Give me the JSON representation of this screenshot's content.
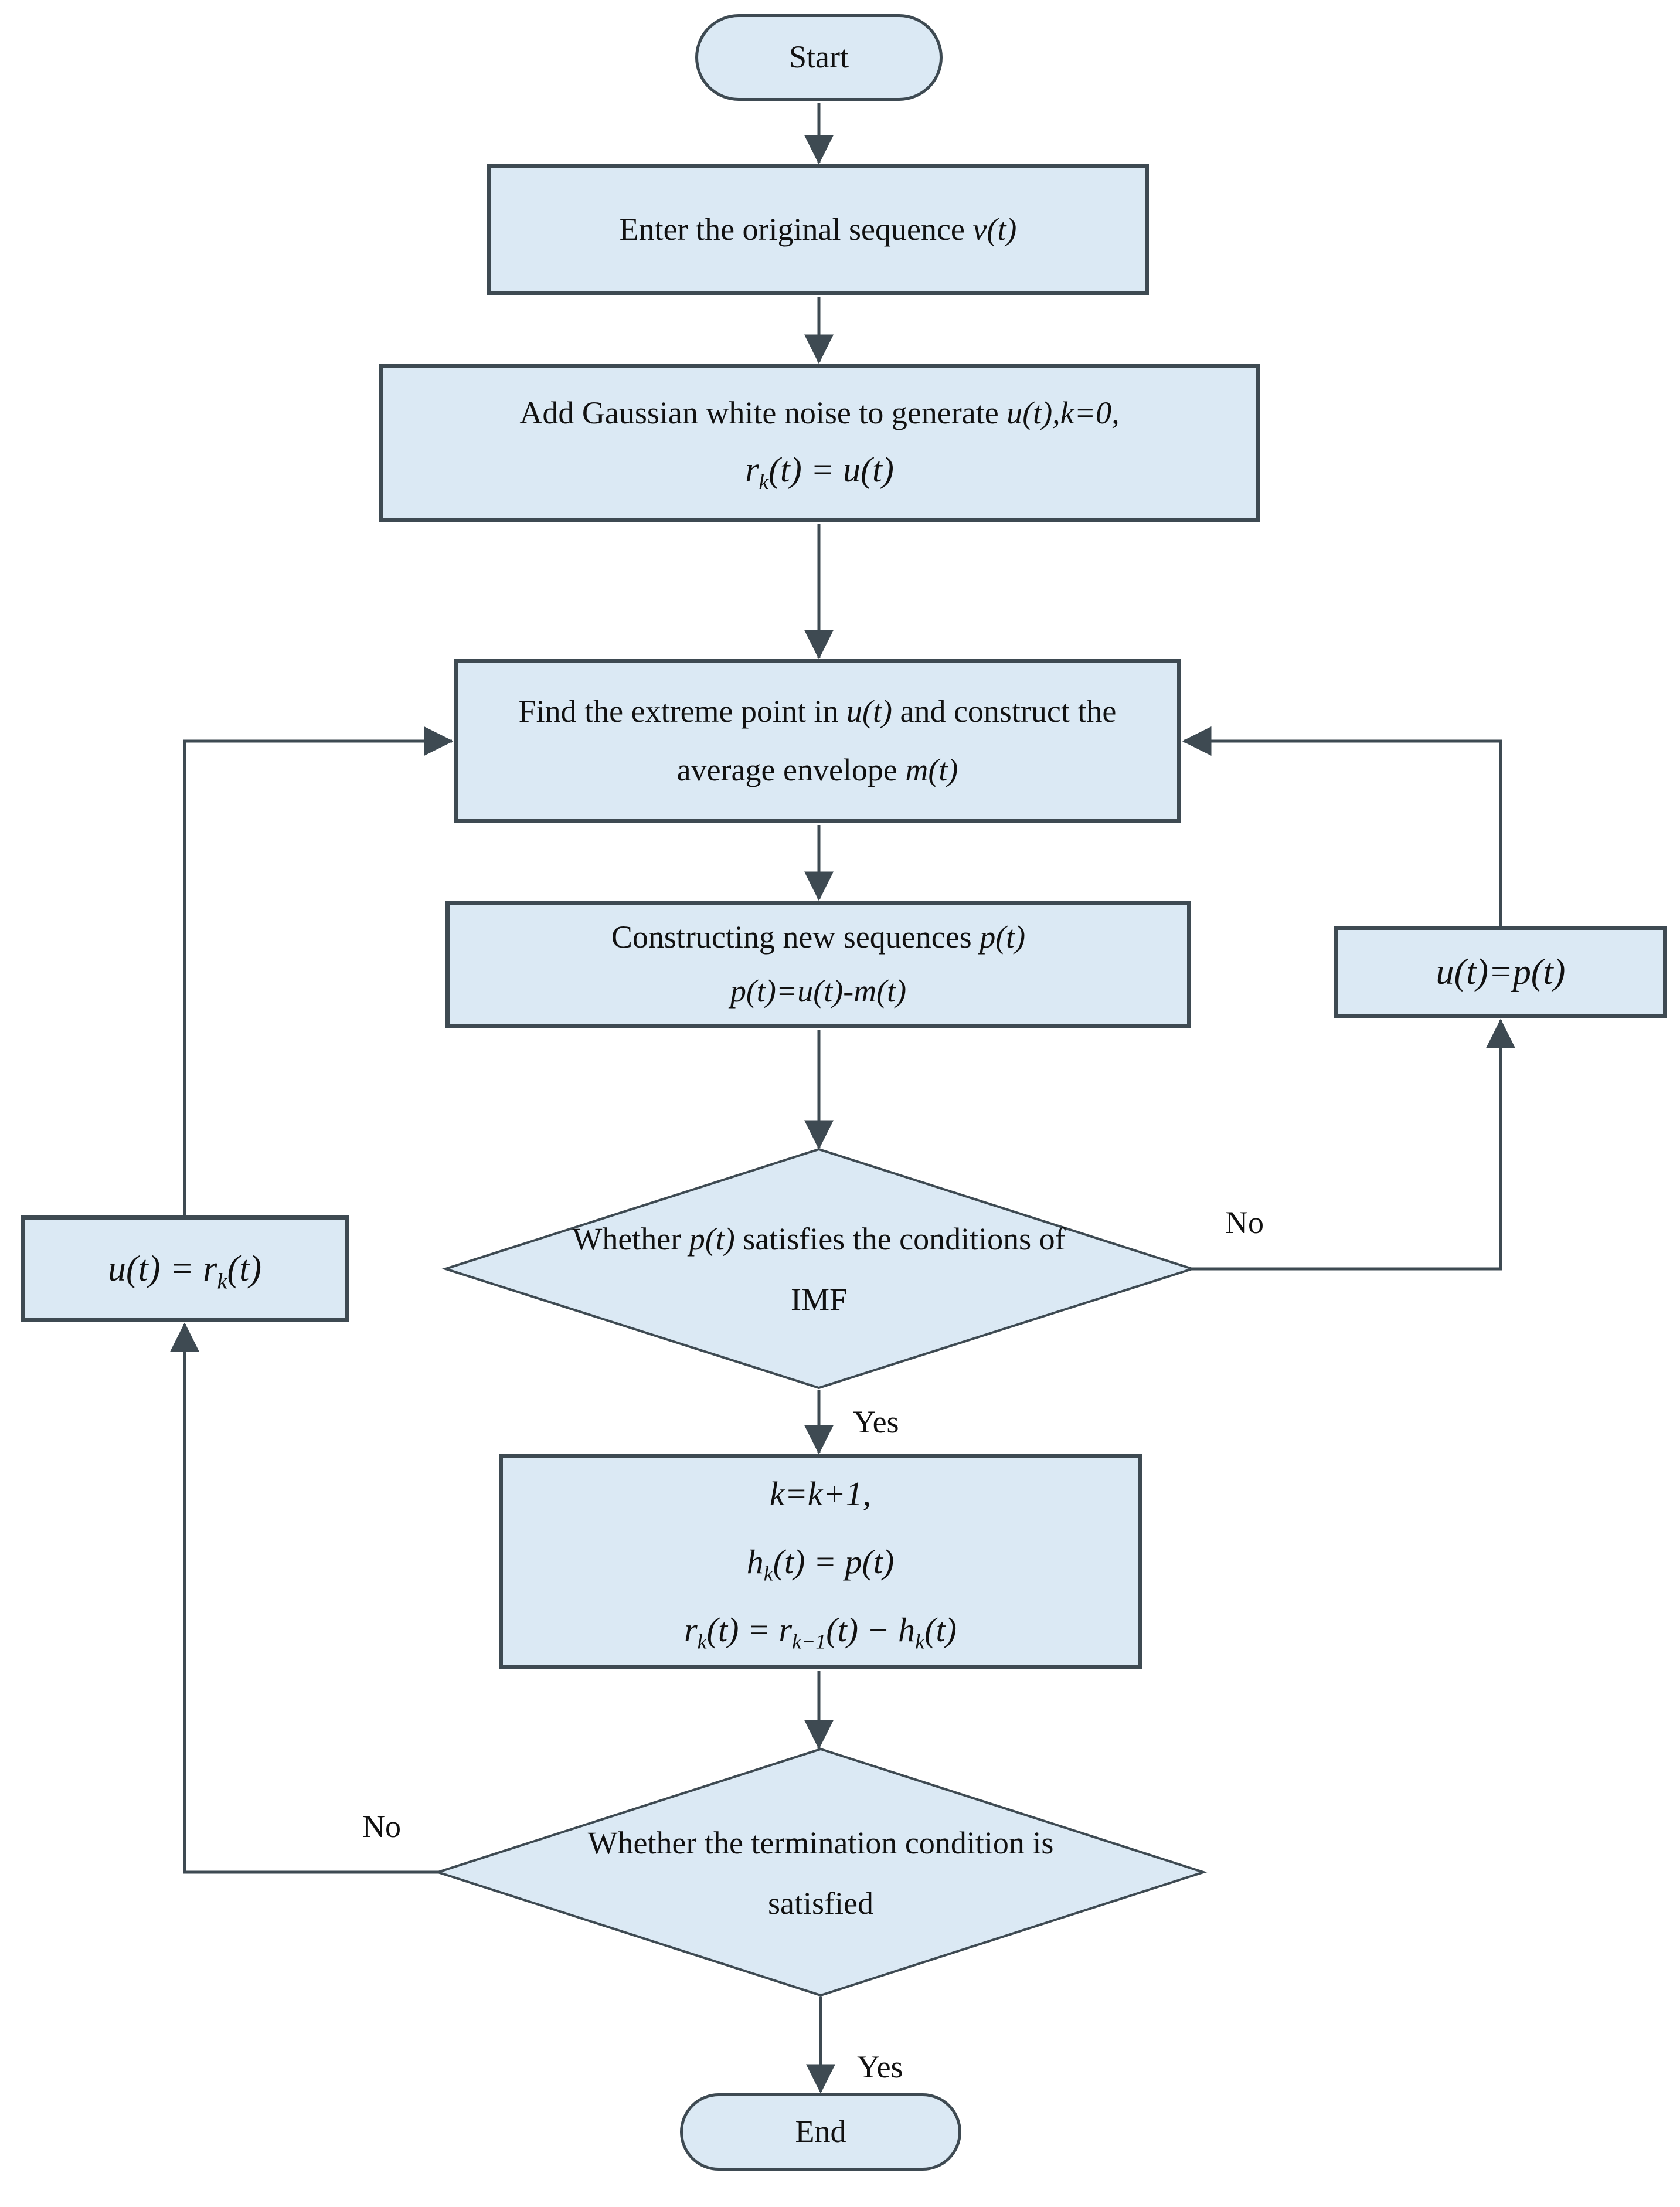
{
  "colors": {
    "node_fill": "#dbe9f4",
    "node_border": "#3e4a52",
    "connector": "#3e4a52",
    "text": "#111111",
    "background": "#ffffff"
  },
  "nodes": {
    "start": {
      "label": "Start"
    },
    "enter_sequence": {
      "t1": "Enter the original sequence ",
      "m1": "v(t)"
    },
    "add_noise": {
      "l1a": "Add Gaussian white noise to generate ",
      "l1b": "u(t),k=0,",
      "l2a": "r",
      "l2sub": "k",
      "l2b": "(t) = u(t)"
    },
    "find_extreme": {
      "l1a": "Find the extreme point in ",
      "l1b": "u(t)",
      "l1c": " and construct the",
      "l2a": "average envelope ",
      "l2b": "m(t)"
    },
    "construct_seq": {
      "l1a": "Constructing new sequences ",
      "l1b": "p(t)",
      "l2": "p(t)=u(t)-m(t)"
    },
    "imf_decision": {
      "l1a": "Whether ",
      "l1b": "p(t)",
      "l1c": " satisfies the conditions of",
      "l2": "IMF"
    },
    "u_equals_p": {
      "text": "u(t)=p(t)"
    },
    "update_vars": {
      "l1": "k=k+1,",
      "l2a": "h",
      "l2sub": "k",
      "l2b": "(t) = p(t)",
      "l3a": "r",
      "l3sub1": "k",
      "l3b": "(t) = r",
      "l3sub2": "k−1",
      "l3c": "(t) − h",
      "l3sub3": "k",
      "l3d": "(t)"
    },
    "termination_decision": {
      "l1": "Whether the termination condition is",
      "l2": "satisfied"
    },
    "u_equals_r": {
      "t1": "u(t) = r",
      "sub": "k",
      "t2": "(t)"
    },
    "end": {
      "label": "End"
    }
  },
  "edge_labels": {
    "imf_yes": "Yes",
    "imf_no": "No",
    "term_yes": "Yes",
    "term_no": "No"
  }
}
